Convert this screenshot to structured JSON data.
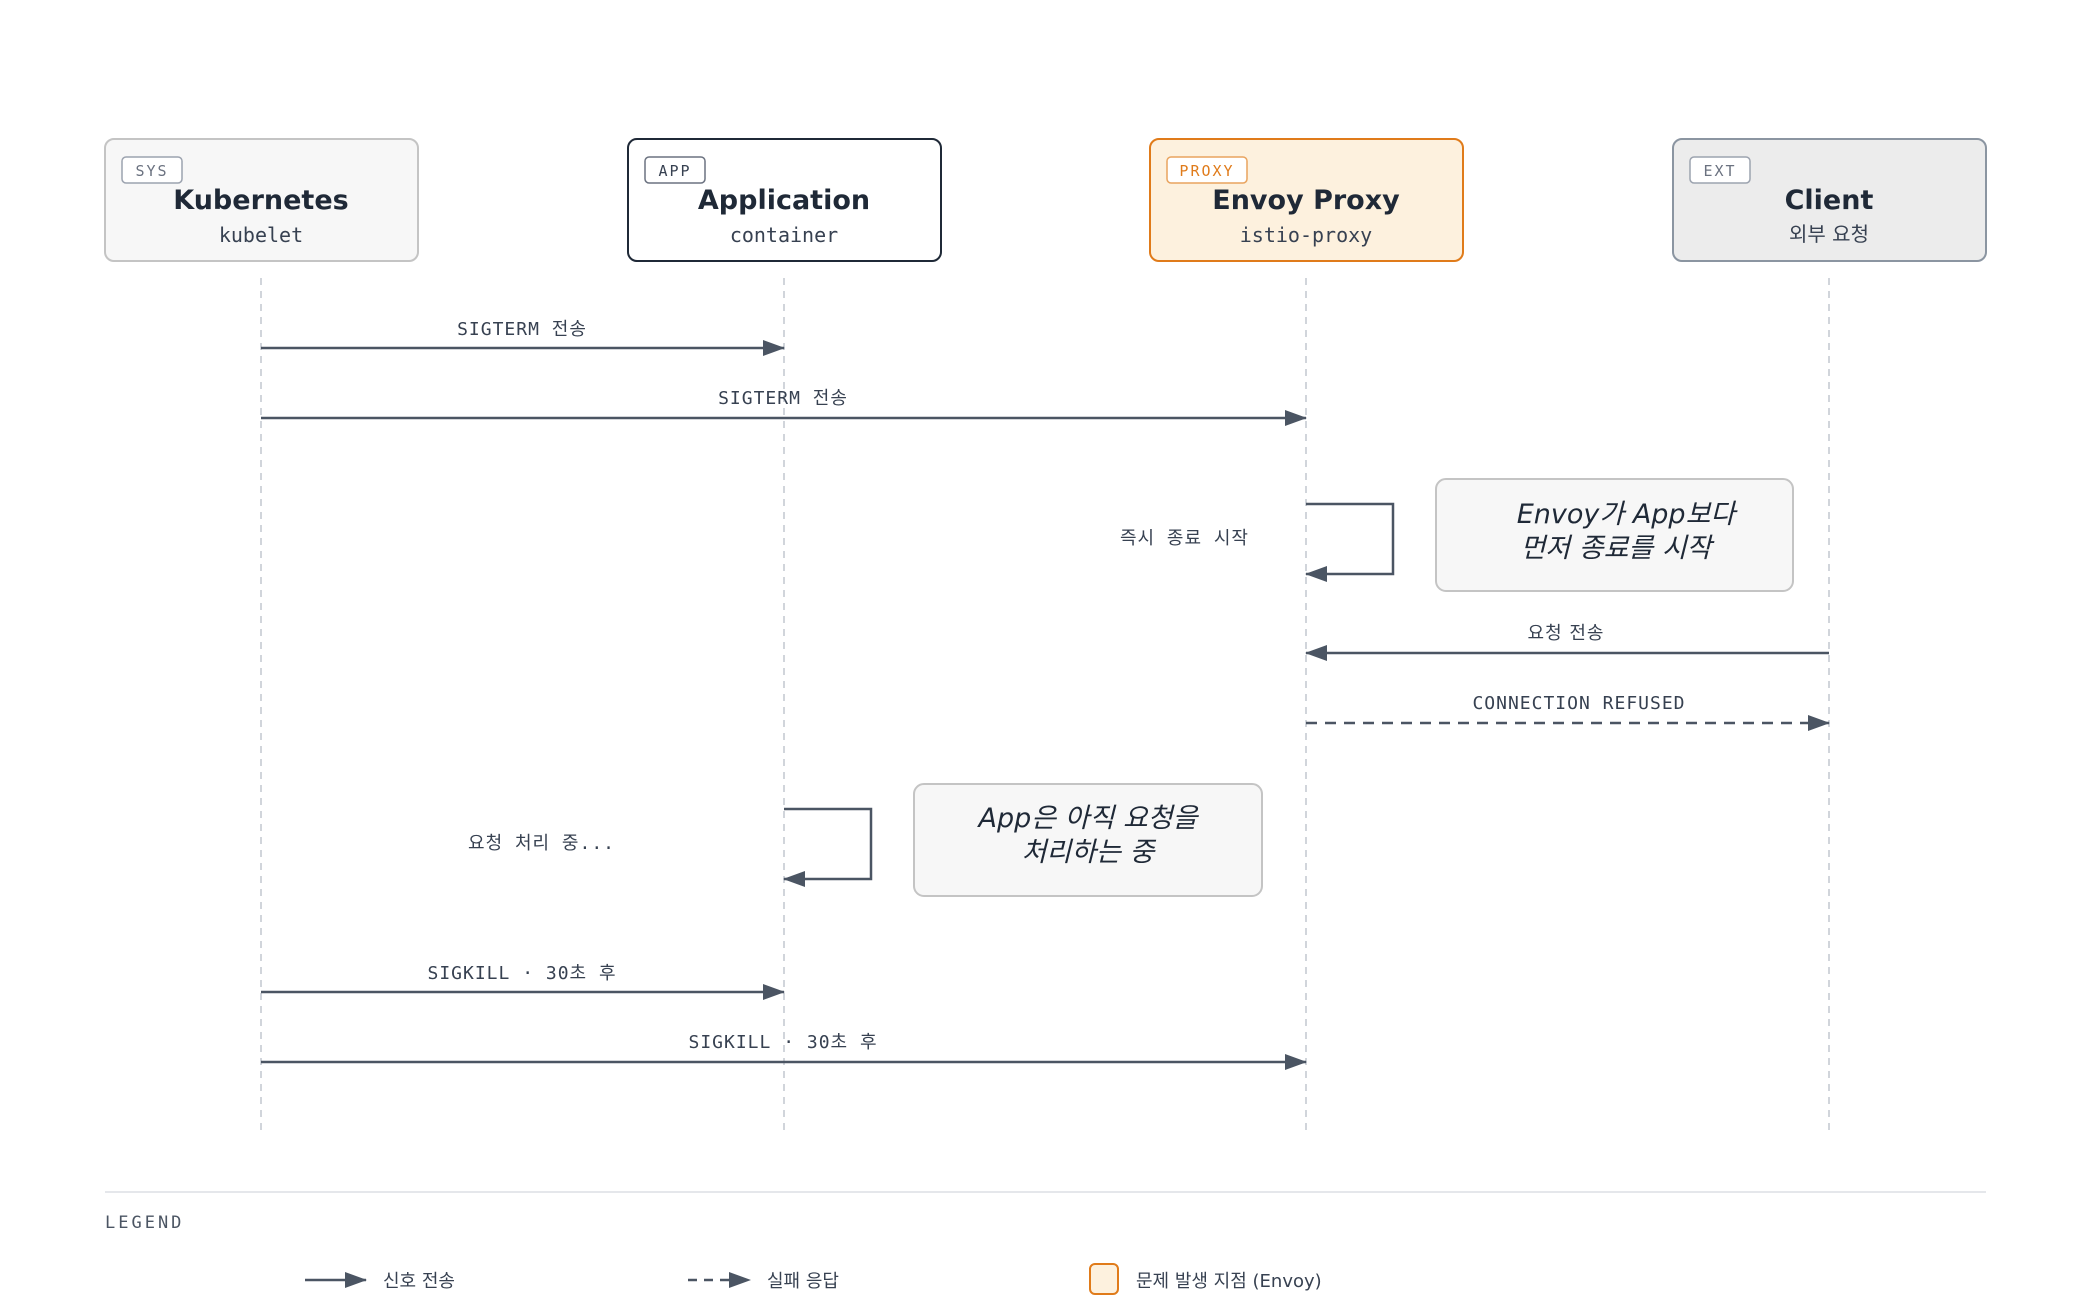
{
  "actors": [
    {
      "id": "kubernetes",
      "badge": "SYS",
      "title": "Kubernetes",
      "subtitle": "kubelet"
    },
    {
      "id": "application",
      "badge": "APP",
      "title": "Application",
      "subtitle": "container"
    },
    {
      "id": "envoy",
      "badge": "PROXY",
      "title": "Envoy Proxy",
      "subtitle": "istio-proxy"
    },
    {
      "id": "client",
      "badge": "EXT",
      "title": "Client",
      "subtitle": "외부 요청"
    }
  ],
  "messages": [
    {
      "label": "SIGTERM 전송",
      "from": "Kubernetes",
      "to": "Application",
      "style": "solid"
    },
    {
      "label": "SIGTERM 전송",
      "from": "Kubernetes",
      "to": "Envoy Proxy",
      "style": "solid"
    },
    {
      "label": "즉시 종료 시작",
      "from": "Envoy Proxy",
      "to": "Envoy Proxy",
      "style": "self"
    },
    {
      "label": "요청 전송",
      "from": "Client",
      "to": "Envoy Proxy",
      "style": "solid"
    },
    {
      "label": "CONNECTION REFUSED",
      "from": "Envoy Proxy",
      "to": "Client",
      "style": "dashed"
    },
    {
      "label": "요청 처리 중...",
      "from": "Application",
      "to": "Application",
      "style": "self"
    },
    {
      "label": "SIGKILL · 30초 후",
      "from": "Kubernetes",
      "to": "Application",
      "style": "solid"
    },
    {
      "label": "SIGKILL · 30초 후",
      "from": "Kubernetes",
      "to": "Envoy Proxy",
      "style": "solid"
    }
  ],
  "notes": [
    {
      "lines": [
        "Envoy가 App보다",
        "먼저 종료를 시작"
      ]
    },
    {
      "lines": [
        "App은 아직 요청을",
        "처리하는 중"
      ]
    }
  ],
  "legend": {
    "title": "LEGEND",
    "items": [
      {
        "kind": "solid-arrow",
        "label": "신호 전송"
      },
      {
        "kind": "dashed-arrow",
        "label": "실패 응답"
      },
      {
        "kind": "highlight-box",
        "label": "문제 발생 지점 (Envoy)"
      }
    ]
  },
  "colors": {
    "highlight_border": "#e07b1a",
    "highlight_fill": "#fdf1de",
    "arrow": "#4b5563",
    "app_border": "#1f2937",
    "sys_border": "#c4c4c4",
    "client_fill": "#ececec"
  }
}
